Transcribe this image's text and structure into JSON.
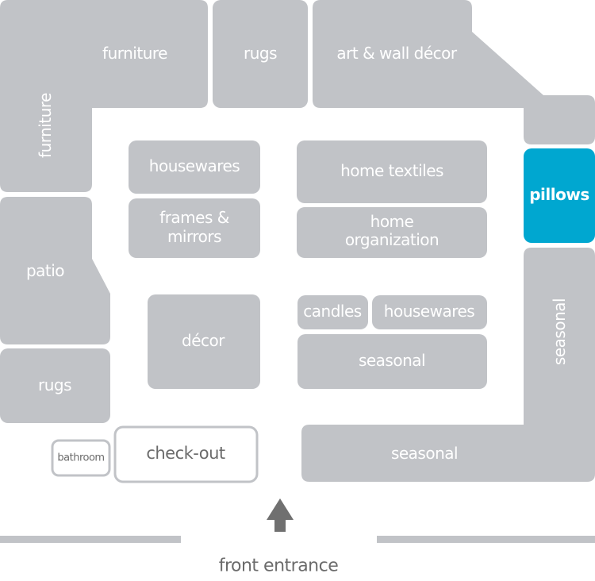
{
  "map": {
    "highlight_color": "#00a7d0",
    "zone_color": "#c1c3c7",
    "highlighted_department": "pillows",
    "departments": {
      "furniture_top": "furniture",
      "furniture_side": "furniture",
      "rugs_top": "rugs",
      "art_wall_decor": "art & wall décor",
      "pillows": "pillows",
      "housewares_left": "housewares",
      "frames_mirrors_line1": "frames &",
      "frames_mirrors_line2": "mirrors",
      "home_textiles": "home textiles",
      "home_organization_line1": "home",
      "home_organization_line2": "organization",
      "patio": "patio",
      "decor": "décor",
      "candles": "candles",
      "housewares_right": "housewares",
      "seasonal_center": "seasonal",
      "seasonal_right": "seasonal",
      "seasonal_bottom": "seasonal",
      "rugs_left": "rugs",
      "bathroom": "bathroom",
      "checkout": "check-out"
    },
    "entrance_label": "front entrance"
  }
}
